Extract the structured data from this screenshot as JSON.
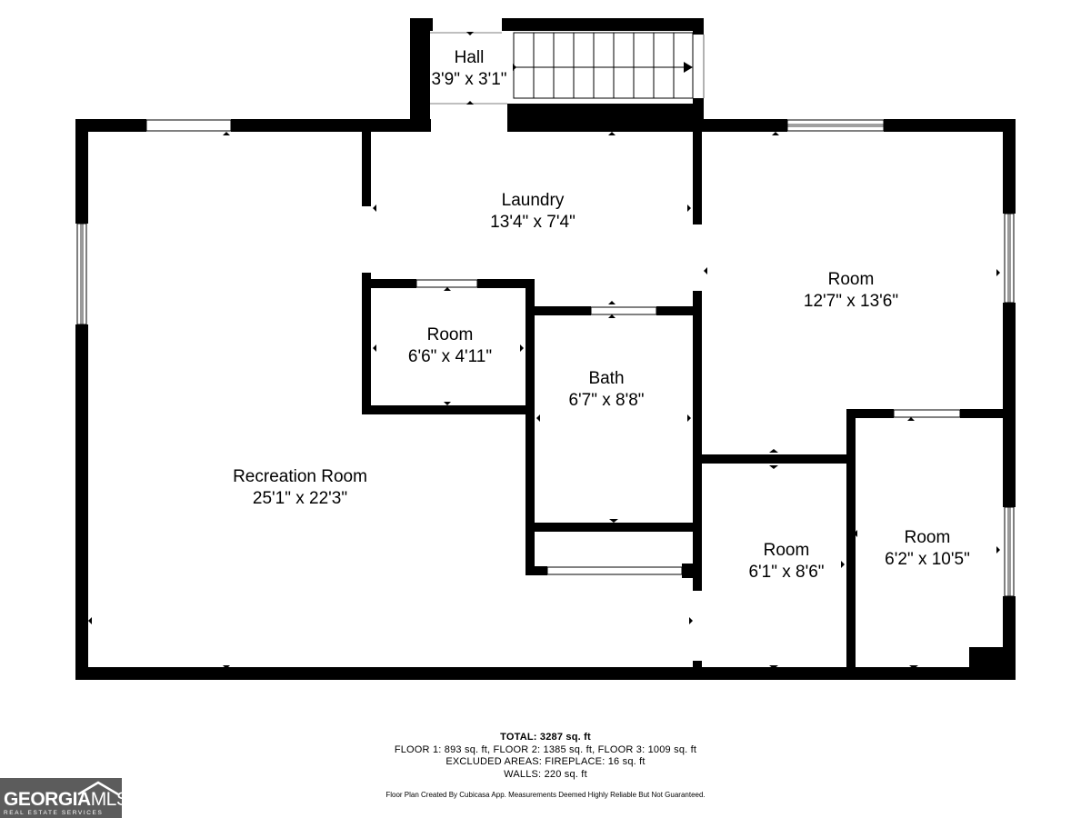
{
  "rooms": [
    {
      "id": "hall",
      "name": "Hall",
      "size": "3'9\" x 3'1\""
    },
    {
      "id": "laundry",
      "name": "Laundry",
      "size": "13'4\" x 7'4\""
    },
    {
      "id": "room-a",
      "name": "Room",
      "size": "12'7\" x 13'6\""
    },
    {
      "id": "room-b",
      "name": "Room",
      "size": "6'6\" x 4'11\""
    },
    {
      "id": "bath",
      "name": "Bath",
      "size": "6'7\" x 8'8\""
    },
    {
      "id": "recreation",
      "name": "Recreation Room",
      "size": "25'1\" x 22'3\""
    },
    {
      "id": "room-c",
      "name": "Room",
      "size": "6'1\" x 8'6\""
    },
    {
      "id": "room-d",
      "name": "Room",
      "size": "6'2\" x 10'5\""
    }
  ],
  "summary": {
    "total": "TOTAL: 3287 sq. ft",
    "floors": "FLOOR 1: 893 sq. ft, FLOOR 2: 1385 sq. ft, FLOOR 3: 1009 sq. ft",
    "excluded": "EXCLUDED AREAS: FIREPLACE: 16 sq. ft",
    "walls": "WALLS: 220 sq. ft"
  },
  "credit": "Floor Plan Created By Cubicasa App. Measurements Deemed Highly Reliable But Not Guaranteed.",
  "logo": {
    "brand": "GEORGIA",
    "suffix": "MLS",
    "tagline": "REAL ESTATE SERVICES"
  },
  "colors": {
    "wall": "#000000",
    "background": "#ffffff",
    "logo_bg": "#5c5c5c"
  }
}
